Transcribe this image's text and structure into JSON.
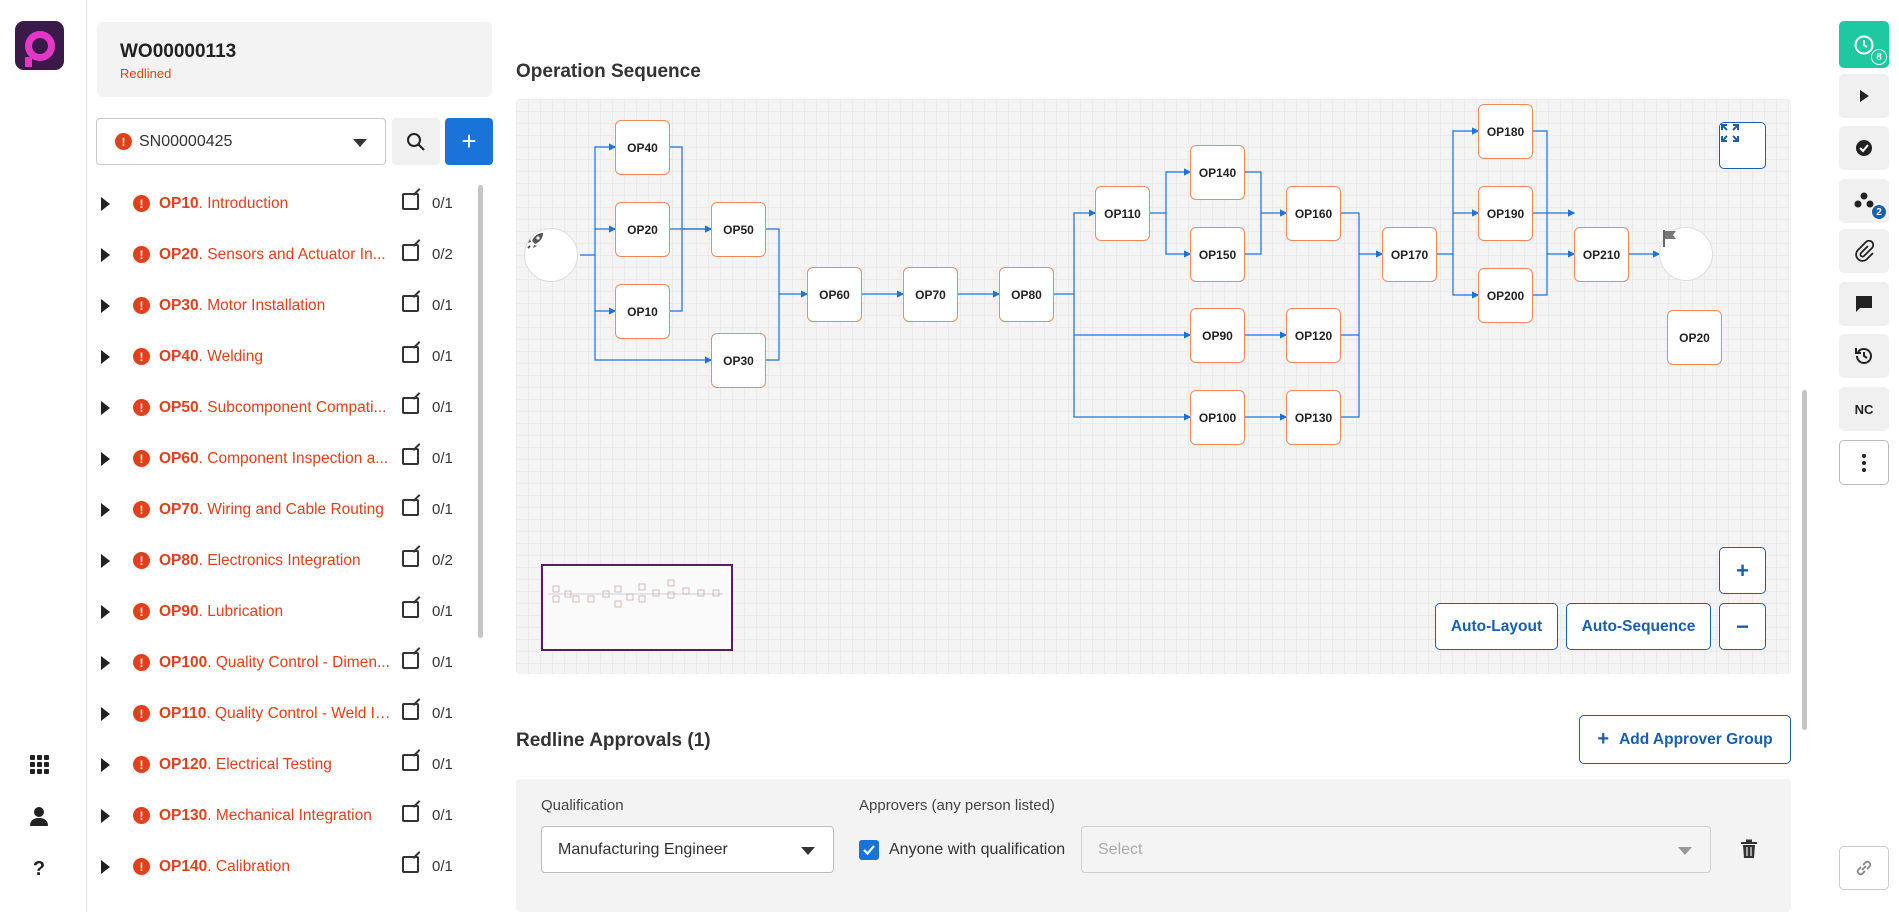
{
  "work_order": {
    "id": "WO00000113",
    "status": "Redlined"
  },
  "serial_select": {
    "value": "SN00000425"
  },
  "operations": [
    {
      "code": "OP10",
      "name": ". Introduction",
      "count": "0/1"
    },
    {
      "code": "OP20",
      "name": ". Sensors and Actuator In...",
      "count": "0/2"
    },
    {
      "code": "OP30",
      "name": ". Motor Installation",
      "count": "0/1"
    },
    {
      "code": "OP40",
      "name": ". Welding",
      "count": "0/1"
    },
    {
      "code": "OP50",
      "name": ". Subcomponent Compati...",
      "count": "0/1"
    },
    {
      "code": "OP60",
      "name": ". Component Inspection a...",
      "count": "0/1"
    },
    {
      "code": "OP70",
      "name": ". Wiring and Cable Routing",
      "count": "0/1"
    },
    {
      "code": "OP80",
      "name": ". Electronics Integration",
      "count": "0/2"
    },
    {
      "code": "OP90",
      "name": ". Lubrication",
      "count": "0/1"
    },
    {
      "code": "OP100",
      "name": ". Quality Control - Dimen...",
      "count": "0/1"
    },
    {
      "code": "OP110",
      "name": ". Quality Control - Weld In...",
      "count": "0/1"
    },
    {
      "code": "OP120",
      "name": ". Electrical Testing",
      "count": "0/1"
    },
    {
      "code": "OP130",
      "name": ". Mechanical Integration",
      "count": "0/1"
    },
    {
      "code": "OP140",
      "name": ". Calibration",
      "count": "0/1"
    }
  ],
  "sequence": {
    "title": "Operation Sequence",
    "nodes": [
      "OP40",
      "OP20",
      "OP10",
      "OP50",
      "OP30",
      "OP60",
      "OP70",
      "OP80",
      "OP110",
      "OP140",
      "OP150",
      "OP160",
      "OP90",
      "OP120",
      "OP100",
      "OP130",
      "OP170",
      "OP180",
      "OP190",
      "OP200",
      "OP210",
      "OP20"
    ],
    "auto_layout_label": "Auto-Layout",
    "auto_sequence_label": "Auto-Sequence"
  },
  "approvals": {
    "title": "Redline Approvals (1)",
    "add_label": "Add Approver Group",
    "qualification_label": "Qualification",
    "qualification_value": "Manufacturing Engineer",
    "approvers_label": "Approvers (any person listed)",
    "anyone_label": "Anyone with qualification",
    "approvers_placeholder": "Select"
  },
  "right_bar": {
    "timer_badge": "8",
    "group_badge": "2",
    "nc_label": "NC"
  },
  "colors": {
    "accent": "#1a73d9",
    "warning": "#e0411c",
    "teal": "#1ec8a0",
    "node_border": "#f08a5d",
    "edge": "#1a73d9"
  }
}
